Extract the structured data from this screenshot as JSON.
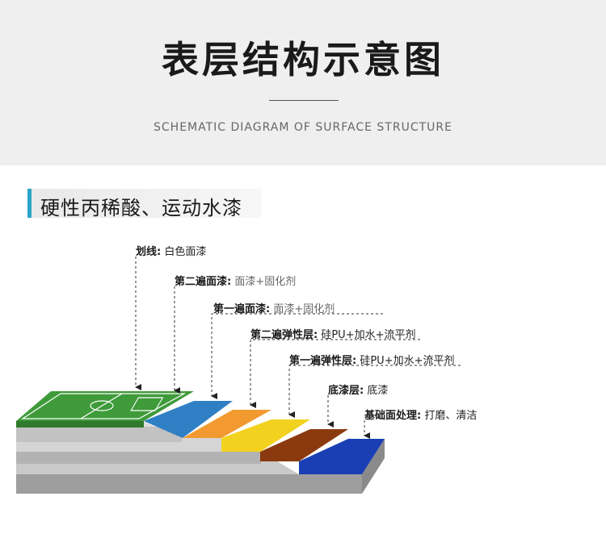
{
  "header": {
    "title": "表层结构示意图",
    "subtitle": "SCHEMATIC DIAGRAM OF SURFACE STRUCTURE"
  },
  "product": {
    "title": "硬性丙稀酸、运动水漆"
  },
  "layers": [
    {
      "name": "划线:",
      "desc": "白色面漆",
      "color": "#ffffff"
    },
    {
      "name": "第二遍面漆:",
      "desc": "面漆+固化剂",
      "color": "#3f9a3a"
    },
    {
      "name": "第一遍面漆:",
      "desc": "面漆+固化剂",
      "color": "#2f7fc5"
    },
    {
      "name": "第二遍弹性层:",
      "desc": "硅PU+加水+流平剂",
      "color": "#f29a30"
    },
    {
      "name": "第一遍弹性层:",
      "desc": "硅PU+加水+流平剂",
      "color": "#f2d21e"
    },
    {
      "name": "底漆层:",
      "desc": "底漆",
      "color": "#8b3a0f"
    },
    {
      "name": "基础面处理:",
      "desc": "打磨、清洁",
      "color": "#1a3fb5"
    }
  ]
}
